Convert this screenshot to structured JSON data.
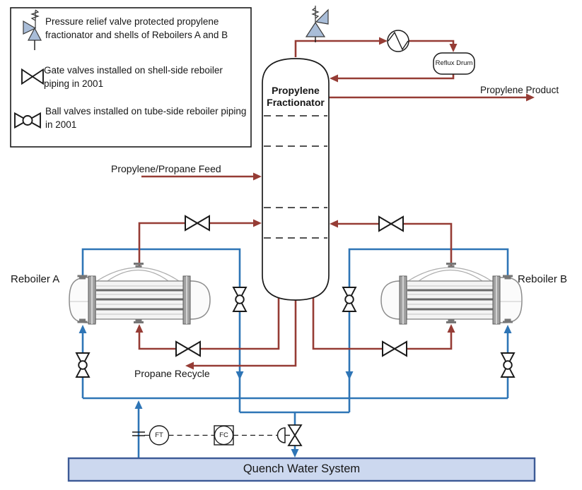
{
  "colors": {
    "process_line": "#963c35",
    "water_line": "#2e75b6",
    "relief_valve_fill": "#a9bdd8",
    "quench_fill": "#ccd8ef",
    "quench_border": "#3c5a96"
  },
  "legend": {
    "items": [
      {
        "icon": "pressure-relief-valve-icon",
        "text": "Pressure relief valve protected propylene fractionator and shells of Reboilers A and B"
      },
      {
        "icon": "gate-valve-icon",
        "text": "Gate valves installed on shell-side reboiler piping in 2001"
      },
      {
        "icon": "ball-valve-icon",
        "text": "Ball valves installed on tube-side reboiler piping in 2001"
      }
    ]
  },
  "labels": {
    "column_line1": "Propylene",
    "column_line2": "Fractionator",
    "reflux_drum": "Reflux Drum",
    "propylene_product": "Propylene Product",
    "feed": "Propylene/Propane Feed",
    "reboiler_a": "Reboiler A",
    "reboiler_b": "Reboiler B",
    "propane_recycle": "Propane Recycle",
    "quench_water_system": "Quench Water System",
    "flow_transmitter": "FT",
    "flow_controller": "FC"
  }
}
